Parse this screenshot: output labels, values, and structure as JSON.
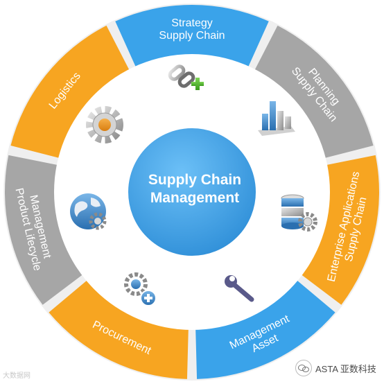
{
  "center": {
    "line1": "Supply Chain",
    "line2": "Management"
  },
  "segments": [
    {
      "id": "strategy",
      "lines": [
        "Supply Chain",
        "Strategy"
      ],
      "color": "#3aa3ea"
    },
    {
      "id": "planning",
      "lines": [
        "Supply Chain",
        "Planning"
      ],
      "color": "#a6a6a6"
    },
    {
      "id": "enterprise",
      "lines": [
        "Supply Chain",
        "Enterprise Applications"
      ],
      "color": "#f7a521"
    },
    {
      "id": "asset",
      "lines": [
        "Asset",
        "Management"
      ],
      "color": "#3aa3ea"
    },
    {
      "id": "procurement",
      "lines": [
        "Procurement"
      ],
      "color": "#f7a521"
    },
    {
      "id": "lifecycle",
      "lines": [
        "Product Lifecycle",
        "Management"
      ],
      "color": "#a6a6a6"
    },
    {
      "id": "logistics",
      "lines": [
        "Logistics"
      ],
      "color": "#f7a521"
    }
  ],
  "icons": [
    "chain-link-plus-icon",
    "bar-chart-icon",
    "database-gear-icon",
    "wrench-icon",
    "gear-plus-icon",
    "globe-gear-icon",
    "gear-icon"
  ],
  "colors": {
    "center": "#3ea0ea",
    "inner_ring": "#ffffff",
    "outer_ring": "#e8e8e8"
  },
  "watermark": {
    "left_text": "大数据网",
    "right_text": "ASTA 亚数科技"
  }
}
